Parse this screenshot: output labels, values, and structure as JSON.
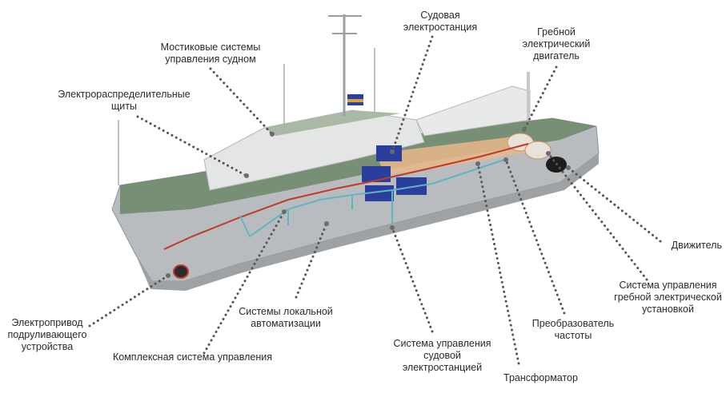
{
  "labels": {
    "power_plant": "Судовая\nэлектростанция",
    "bridge_systems": "Мостиковые системы\nуправления судном",
    "propulsion_motor": "Гребной\nэлектрический\nдвигатель",
    "switchboards": "Электрораспределительные\nщиты",
    "propulsor": "Движитель",
    "propulsion_control": "Система управления\nгребной электрической\nустановкой",
    "frequency_converter": "Преобразователь\nчастоты",
    "local_automation": "Системы локальной\nавтоматизации",
    "thruster_drive": "Электропривод\nподруливающего\nустройства",
    "power_plant_control": "Система управления\nсудовой\nэлектростанцией",
    "integrated_control": "Комплексная система управления",
    "transformer": "Трансформатор"
  },
  "colors": {
    "hull": "#b9bcbe",
    "deck": "#6f8a6d",
    "superstructure": "#e4e6e6",
    "leader": "#555555",
    "cable_red": "#c0392b",
    "cable_cyan": "#5fb6c2",
    "equipment_blue": "#2a3f9c",
    "engine_room": "#e8b98a"
  }
}
